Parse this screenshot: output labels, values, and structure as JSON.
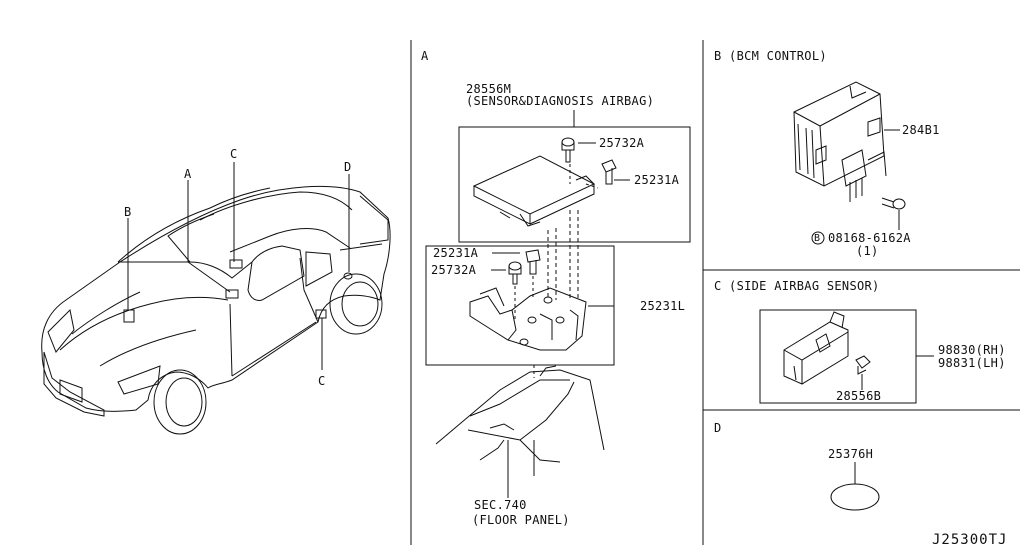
{
  "section_labels": {
    "a": "A",
    "b": "B",
    "c": "C",
    "d": "D"
  },
  "section_titles": {
    "b": "B (BCM CONTROL)",
    "c": "C (SIDE AIRBAG SENSOR)"
  },
  "car_callouts": {
    "a": "A",
    "b": "B",
    "c_top": "C",
    "c_bottom": "C",
    "d": "D"
  },
  "parts": {
    "sensor_unit": "28556M",
    "sensor_unit_desc": "(SENSOR&DIAGNOSIS AIRBAG)",
    "bolt_upper": "25732A",
    "nut_upper": "25231A",
    "nut_lower": "25231A",
    "bolt_lower": "25732A",
    "bracket": "25231L",
    "floor_sec": "SEC.740",
    "floor_desc": "(FLOOR PANEL)",
    "bcm": "284B1",
    "bcm_bolt": "08168-6162A",
    "bcm_bolt_marker": "B",
    "bcm_bolt_qty": "(1)",
    "side_sensor_rh": "98830(RH)",
    "side_sensor_lh": "98831(LH)",
    "side_sensor_nut": "28556B",
    "plug": "25376H"
  },
  "footer_code": "J25300TJ"
}
